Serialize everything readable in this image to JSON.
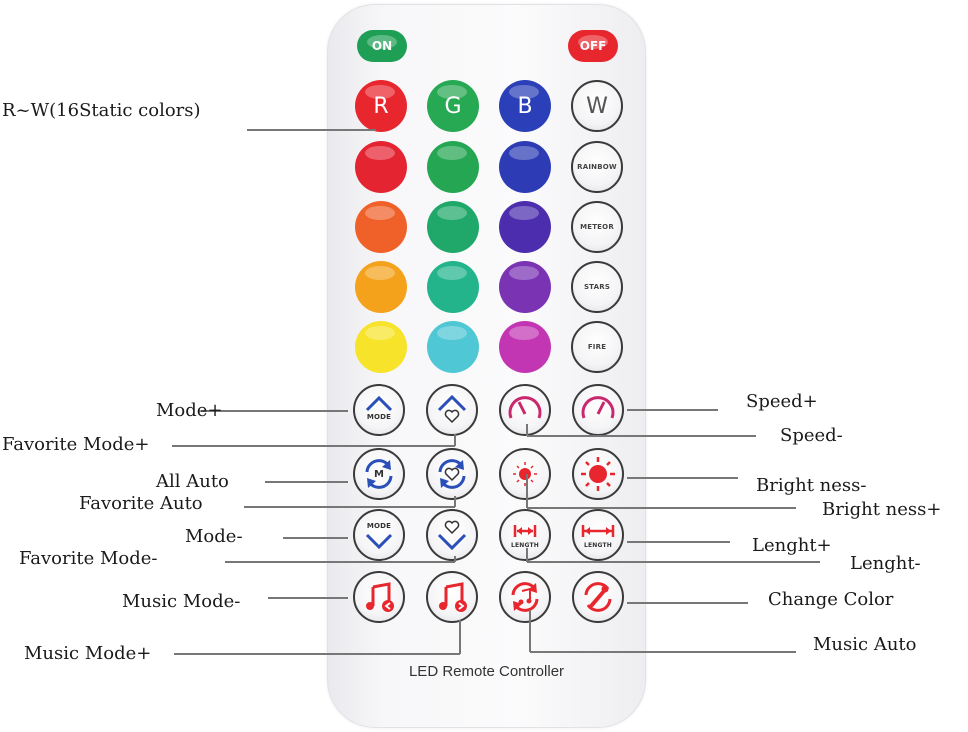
{
  "remote": {
    "on_label": "ON",
    "off_label": "OFF",
    "row_letters": {
      "r": "R",
      "g": "G",
      "b": "B",
      "w": "W"
    },
    "effects": [
      "RAINBOW",
      "METEOR",
      "STARS",
      "FIRE"
    ],
    "mode_up_label": "MODE",
    "mode_down_label": "MODE",
    "auto_label": "M",
    "length_minus_label": "LENGTH",
    "length_plus_label": "LENGTH",
    "brand_text": "LED Remote Controller",
    "colors": {
      "on": "#1f9e55",
      "off": "#e8262e",
      "col1": [
        "#e8262e",
        "#e8262e",
        "#f0612a",
        "#f4a21c",
        "#f7e32a"
      ],
      "col2": [
        "#27a852",
        "#27a852",
        "#1fa86a",
        "#23b48c",
        "#4fc7d4"
      ],
      "col3": [
        "#2a3fb8",
        "#2a3fb8",
        "#4b2dad",
        "#7a33b3",
        "#c236b4"
      ],
      "accent_magenta": "#c8286e",
      "accent_red": "#e8262e",
      "accent_blue": "#2a4fb8"
    },
    "icons": {
      "mode_up": "chevron-up-icon",
      "fav_up": "heart-chevron-up-icon",
      "speed_minus": "gauge-slow-icon",
      "speed_plus": "gauge-fast-icon",
      "auto": "cycle-arrows-icon",
      "fav_auto": "heart-cycle-icon",
      "bright_minus": "sun-small-icon",
      "bright_plus": "sun-large-icon",
      "mode_down": "chevron-down-icon",
      "fav_down": "heart-chevron-down-icon",
      "music_minus": "music-note-left-icon",
      "music_plus": "music-note-right-icon",
      "music_auto": "music-cycle-icon",
      "change_color": "dropper-icon"
    }
  },
  "callouts": {
    "static_colors": "R~W(16Static colors)",
    "mode_plus": "Mode+",
    "favorite_mode_plus": "Favorite Mode+",
    "all_auto": "All Auto",
    "favorite_auto": "Favorite Auto",
    "mode_minus": "Mode-",
    "favorite_mode_minus": "Favorite Mode-",
    "music_mode_minus": "Music Mode-",
    "music_mode_plus": "Music Mode+",
    "speed_plus": "Speed+",
    "speed_minus": "Speed-",
    "brightness_minus": "Bright ness-",
    "brightness_plus": "Bright ness+",
    "length_plus": "Lenght+",
    "length_minus": "Lenght-",
    "change_color": "Change Color",
    "music_auto": "Music Auto"
  }
}
